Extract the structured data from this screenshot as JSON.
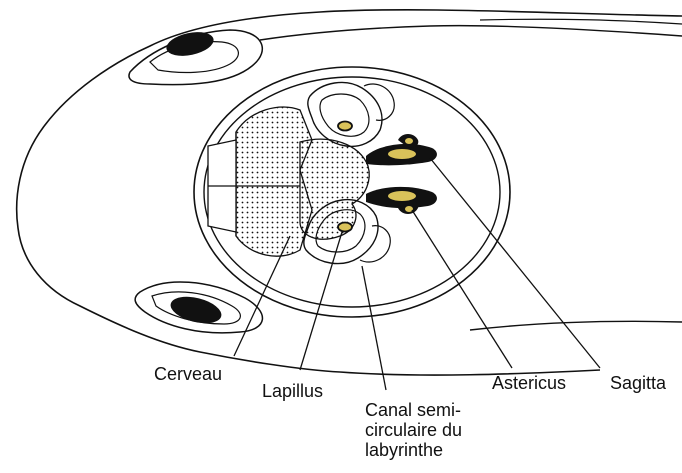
{
  "colors": {
    "stroke": "#111111",
    "otolith": "#d9c25a",
    "background": "#ffffff",
    "eye": "#111111"
  },
  "labels": {
    "cerveau": "Cerveau",
    "lapillus": "Lapillus",
    "canal": [
      "Canal semi-",
      "circulaire du",
      "labyrinthe"
    ],
    "astericus": "Astericus",
    "sagitta": "Sagitta"
  }
}
